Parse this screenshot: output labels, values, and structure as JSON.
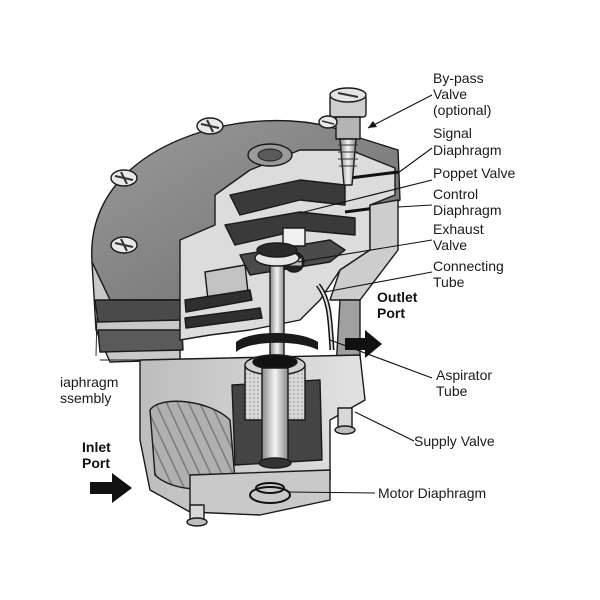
{
  "labels": {
    "bypass_valve": [
      "By-pass",
      "Valve",
      "(optional)"
    ],
    "signal_diaphragm": [
      "Signal",
      "Diaphragm"
    ],
    "poppet_valve": [
      "Poppet Valve"
    ],
    "control_diaphragm": [
      "Control",
      "Diaphragm"
    ],
    "exhaust_valve": [
      "Exhaust",
      "Valve"
    ],
    "connecting_tube": [
      "Connecting",
      "Tube"
    ],
    "outlet_port": [
      "Outlet",
      "Port"
    ],
    "diaphragm_assembly": [
      "iaphragm",
      "ssembly"
    ],
    "aspirator_tube": [
      "Aspirator",
      "Tube"
    ],
    "inlet_port": [
      "Inlet",
      "Port"
    ],
    "supply_valve": [
      "Supply Valve"
    ],
    "motor_diaphragm": [
      "Motor Diaphragm"
    ]
  },
  "colors": {
    "body_light": "#d6d6d6",
    "body_mid": "#a9a9a9",
    "body_dark": "#6a6a6a",
    "cavity": "#3a3a3a",
    "arrow": "#111111"
  }
}
